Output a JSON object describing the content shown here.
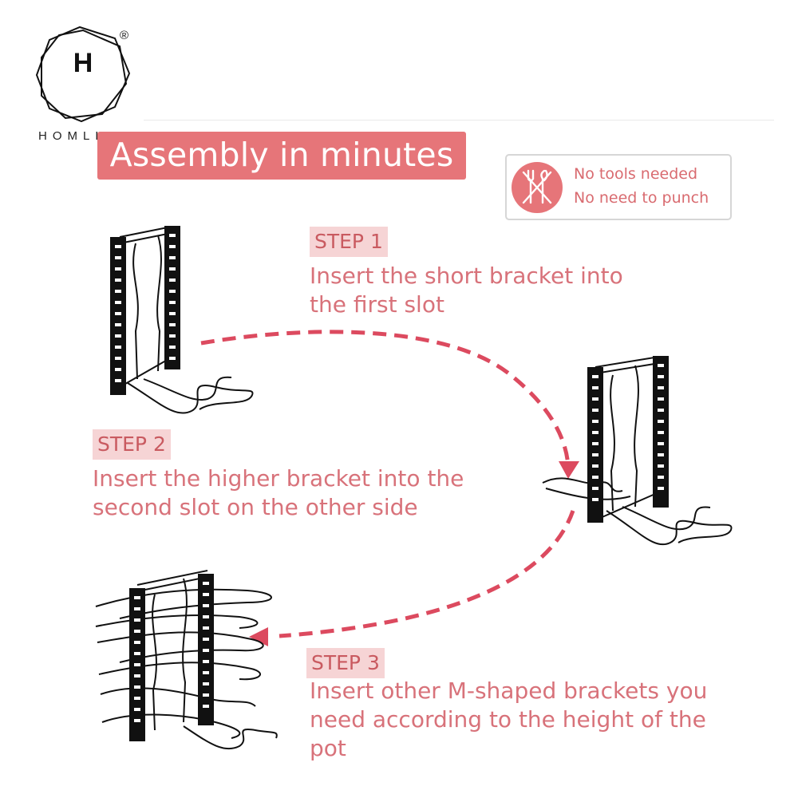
{
  "brand": {
    "logo_letter": "H",
    "registered_mark": "®",
    "wordmark": "HOMLLY"
  },
  "title": "Assembly in minutes",
  "notice": {
    "icon": "no-tools-icon",
    "lines": [
      "No tools needed",
      "No need to punch"
    ]
  },
  "steps": [
    {
      "label": "STEP 1",
      "text": "Insert the short bracket into\nthe first slot"
    },
    {
      "label": "STEP 2",
      "text": "Insert the higher bracket into the\nsecond slot on the other side"
    },
    {
      "label": "STEP 3",
      "text": "Insert other M-shaped brackets you\nneed according to the height of the\npot"
    }
  ],
  "colors": {
    "accent": "#e67579",
    "accent_light": "#f6d4d5",
    "text_pink": "#d8727a",
    "arrow": "#dc4a5f",
    "rack": "#111111"
  }
}
